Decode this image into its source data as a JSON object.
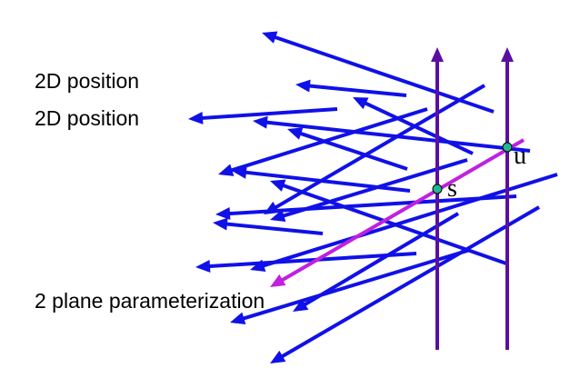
{
  "labels": {
    "position_1": "2D position",
    "position_2": "2D position",
    "parameterization": "2 plane parameterization"
  },
  "points": {
    "s": "s",
    "u": "u"
  },
  "colors": {
    "ray": "#1010e8",
    "plane": "#5a0fa0",
    "highlight_ray": "#c020e0",
    "point": "#20b890"
  }
}
